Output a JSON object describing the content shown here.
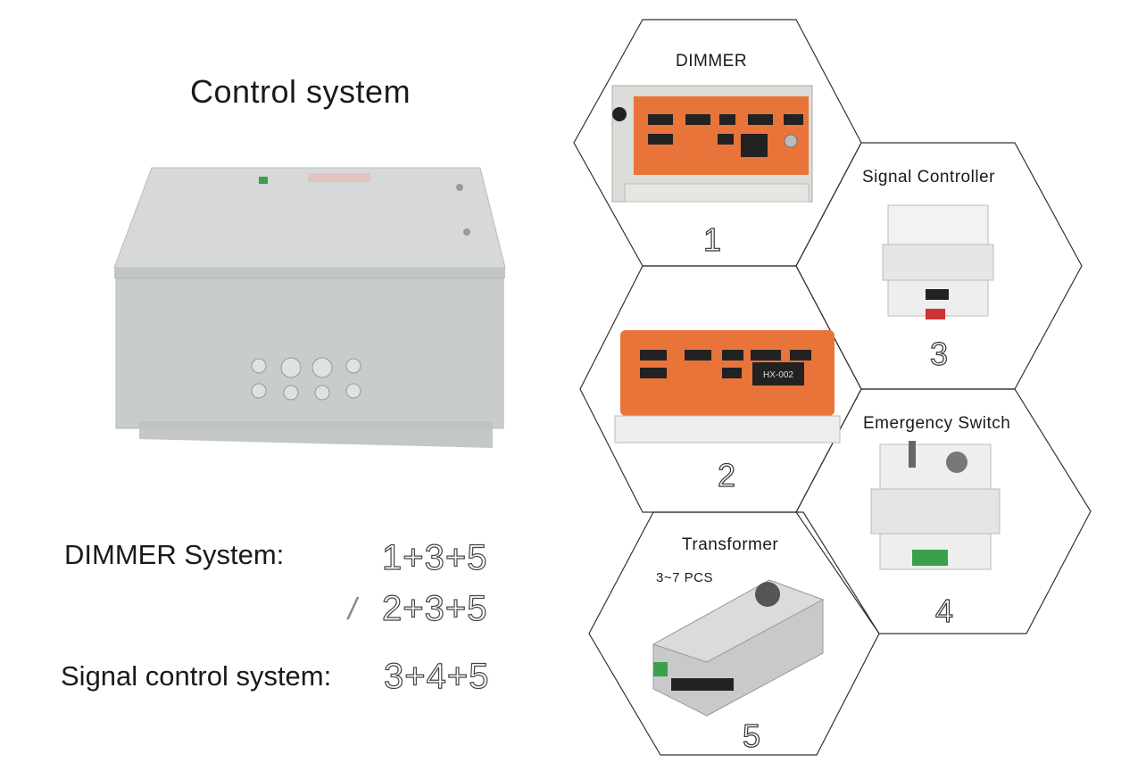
{
  "title": "Control system",
  "systems": {
    "dimmer_label": "DIMMER System:",
    "dimmer_combo1": "1+3+5",
    "separator": "/",
    "dimmer_combo2": "2+3+5",
    "signal_label": "Signal control system:",
    "signal_combo": "3+4+5"
  },
  "components": [
    {
      "number": "1",
      "title": "DIMMER"
    },
    {
      "number": "2",
      "title": ""
    },
    {
      "number": "3",
      "title": "Signal Controller"
    },
    {
      "number": "4",
      "title": "Emergency Switch"
    },
    {
      "number": "5",
      "title": "Transformer",
      "note": "3~7 PCS"
    }
  ],
  "device_panel": {
    "model": "HX-002"
  },
  "colors": {
    "panel_orange": "#e8743a",
    "cabinet_grey": "#c9cccd",
    "hex_stroke": "#333333"
  }
}
